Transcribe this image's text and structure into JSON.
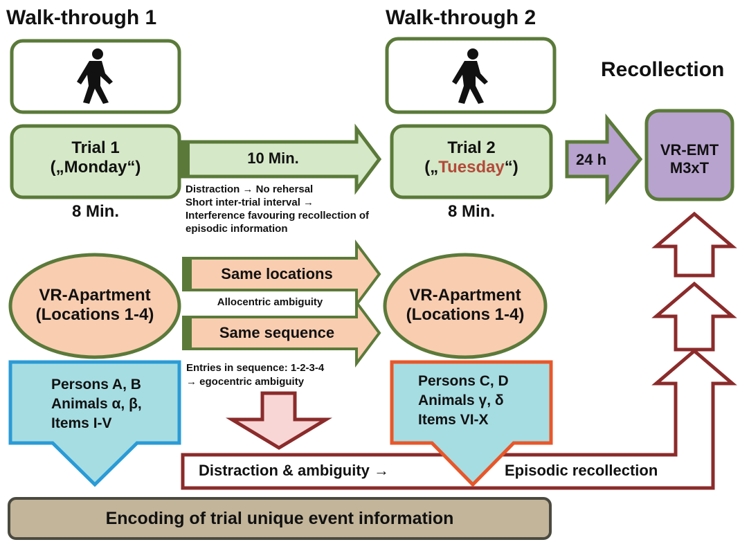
{
  "headers": {
    "walkthrough1": "Walk-through 1",
    "walkthrough2": "Walk-through 2",
    "recollection": "Recollection"
  },
  "trial1": {
    "line1": "Trial 1",
    "line2": "(„Monday“)",
    "duration": "8 Min."
  },
  "trial2": {
    "line1": "Trial 2",
    "prefix": "(„",
    "day": "Tuesday",
    "suffix": "“)",
    "duration": "8 Min."
  },
  "interval": {
    "label": "10 Min.",
    "note_line1": "Distraction → No rehersal",
    "note_line2": "Short inter-trial interval  →",
    "note_line3": "Interference favouring recollection of",
    "note_line4": "episodic information"
  },
  "delay": {
    "label": "24 h"
  },
  "test": {
    "line1": "VR-EMT",
    "line2": "M3xT"
  },
  "apartment_left": {
    "line1": "VR-Apartment",
    "line2": "(Locations 1-4)"
  },
  "apartment_right": {
    "line1": "VR-Apartment",
    "line2": "(Locations 1-4)"
  },
  "same_locations": {
    "label": "Same locations",
    "note": "Allocentric ambiguity"
  },
  "same_sequence": {
    "label": "Same sequence",
    "note_line1": "Entries in sequence: 1-2-3-4",
    "note_line2": "→ egocentric ambiguity"
  },
  "items_left": {
    "line1": "Persons A, B",
    "line2": "Animals α, β,",
    "line3": "Items I-V"
  },
  "items_right": {
    "line1": "Persons C, D",
    "line2": "Animals γ, δ",
    "line3": "Items VI-X"
  },
  "bottom_bar": {
    "left": "Distraction & ambiguity →",
    "right": "Episodic recollection"
  },
  "encoding": {
    "label": "Encoding of trial unique event information"
  },
  "colors": {
    "green_fill": "#d5e8c7",
    "green_stroke": "#5b7a3a",
    "purple_fill": "#b8a3cf",
    "salmon_fill": "#f9cdb0",
    "teal_fill": "#a6dde3",
    "blue_stroke": "#2a9bd6",
    "orange_stroke": "#e8572a",
    "maroon": "#8b2b2b",
    "pink_fill": "#f9d6d6",
    "tan_fill": "#c3b59a",
    "tuesday_red": "#b34a3a"
  },
  "icons": [
    "walking-person-icon",
    "walking-person-icon"
  ]
}
